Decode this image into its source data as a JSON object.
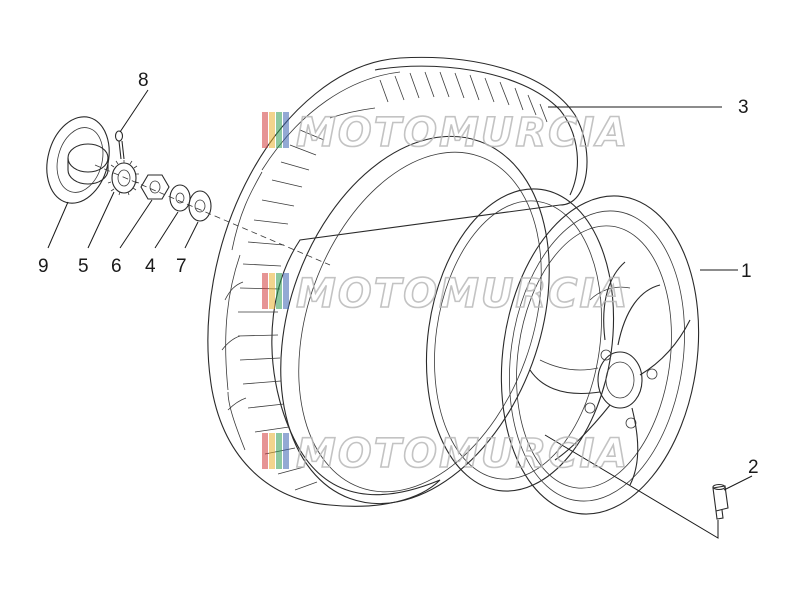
{
  "watermark": {
    "text": "MOTOMURCIA",
    "flag_colors": [
      "#d23c3c",
      "#e8b030",
      "#2e9a52",
      "#3a62b0"
    ]
  },
  "callouts": [
    {
      "id": "rim",
      "label": "1"
    },
    {
      "id": "valve",
      "label": "2"
    },
    {
      "id": "tyre",
      "label": "3"
    },
    {
      "id": "washer-a",
      "label": "4"
    },
    {
      "id": "gear",
      "label": "5"
    },
    {
      "id": "nut",
      "label": "6"
    },
    {
      "id": "washer-b",
      "label": "7"
    },
    {
      "id": "cotter-pin",
      "label": "8"
    },
    {
      "id": "dust-cover",
      "label": "9"
    }
  ]
}
